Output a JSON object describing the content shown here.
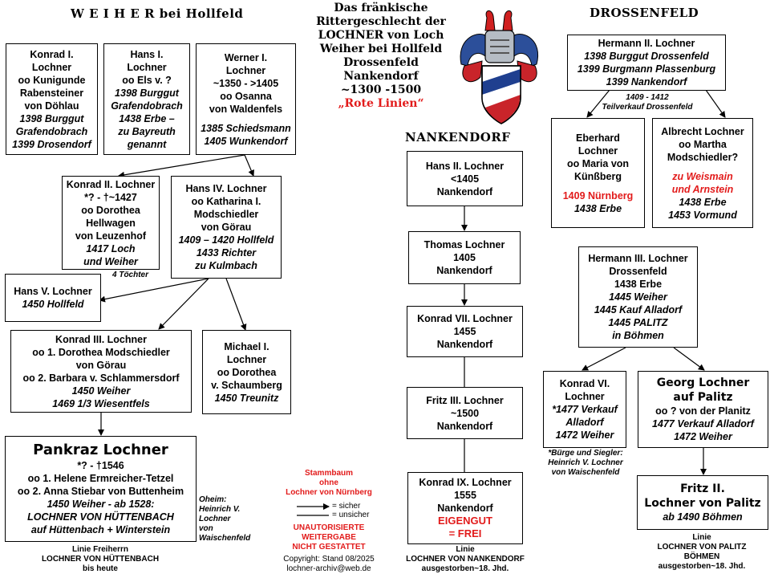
{
  "header": {
    "weiher": "W E I H E R  bei Hollfeld",
    "drossenfeld": "DROSSENFELD",
    "nankendorf": "NANKENDORF",
    "title_lines": [
      "Das fränkische",
      "Rittergeschlecht der",
      "LOCHNER von Loch",
      "Weiher bei Hollfeld",
      "Drossenfeld",
      "Nankendorf",
      "~1300 -1500"
    ],
    "title_red": "„Rote Linien“"
  },
  "persons": {
    "konrad1": [
      "Konrad I.",
      "Lochner",
      "oo Kunigunde",
      "Rabensteiner",
      "von Döhlau",
      "1398 Burggut",
      "Grafendobrach",
      "1399 Drosendorf"
    ],
    "hans1": [
      "Hans I.",
      "Lochner",
      "oo Els v. ?",
      "1398 Burggut",
      "Grafendobrach",
      "1438 Erbe –",
      "zu Bayreuth",
      "genannt"
    ],
    "werner1": [
      "Werner I.",
      "Lochner",
      "~1350 - >1405",
      "oo Osanna",
      "von Waldenfels",
      "1385 Schiedsmann",
      "1405 Wunkendorf"
    ],
    "konrad2": [
      "Konrad II. Lochner",
      "*? -  †~1427",
      "oo Dorothea",
      "Hellwagen",
      "von Leuzenhof",
      "1417 Loch",
      "und Weiher"
    ],
    "hans4": [
      "Hans IV. Lochner",
      "oo Katharina I.",
      "Modschiedler",
      "von Görau",
      "1409 – 1420 Hollfeld",
      "1433 Richter",
      "zu Kulmbach"
    ],
    "hans5": [
      "Hans V. Lochner",
      "1450 Hollfeld"
    ],
    "konrad3": [
      "Konrad III. Lochner",
      "oo 1. Dorothea Modschiedler",
      "von Görau",
      "oo 2. Barbara v. Schlammersdorf",
      "1450 Weiher",
      "1469  1/3 Wiesentfels"
    ],
    "michael1": [
      "Michael I.",
      "Lochner",
      "oo Dorothea",
      "v. Schaumberg",
      "1450 Treunitz"
    ],
    "pankraz": [
      "Pankraz Lochner",
      "*? - †1546",
      "oo 1. Helene Ermreicher-Tetzel",
      "oo 2. Anna Stiebar von Buttenheim",
      "1450 Weiher - ab 1528:",
      "LOCHNER VON HÜTTENBACH",
      "auf Hüttenbach + Winterstein"
    ],
    "hans2": [
      "Hans II. Lochner",
      "<1405",
      "Nankendorf"
    ],
    "thomas": [
      "Thomas Lochner",
      "1405",
      "Nankendorf"
    ],
    "konrad7": [
      "Konrad VII. Lochner",
      "1455",
      "Nankendorf"
    ],
    "fritz3": [
      "Fritz III. Lochner",
      "~1500",
      "Nankendorf"
    ],
    "konrad9": [
      "Konrad IX. Lochner",
      "1555",
      "Nankendorf",
      "EIGENGUT",
      "= FREI"
    ],
    "hermann2": [
      "Hermann II. Lochner",
      "1398 Burggut Drossenfeld",
      "1399 Burgmann Plassenburg",
      "1399 Nankendorf"
    ],
    "eberhard": [
      "Eberhard",
      "Lochner",
      "oo Maria von",
      "Künßberg",
      "1409 Nürnberg",
      "1438 Erbe"
    ],
    "albrecht": [
      "Albrecht Lochner",
      "oo Martha",
      "Modschiedler?",
      "zu Weismain",
      "und Arnstein",
      "1438 Erbe",
      "1453 Vormund"
    ],
    "hermann3": [
      "Hermann III. Lochner",
      "Drossenfeld",
      "1438 Erbe",
      "1445 Weiher",
      "1445 Kauf Alladorf",
      "1445 PALITZ",
      "in Böhmen"
    ],
    "konrad6": [
      "Konrad VI.",
      "Lochner",
      "*1477 Verkauf",
      "Alladorf",
      "1472 Weiher"
    ],
    "georg": [
      "Georg Lochner",
      "auf Palitz",
      "oo ? von der Planitz",
      "1477 Verkauf Alladorf",
      "1472 Weiher"
    ],
    "fritz2": [
      "Fritz II.",
      "Lochner von Palitz",
      "ab 1490 Böhmen"
    ]
  },
  "notes": {
    "toechter": "4 Töchter",
    "teilverkauf": [
      "1409 - 1412",
      "Teilverkauf Drossenfeld"
    ],
    "oheim": [
      "Oheim:",
      "Heinrich V.",
      "Lochner",
      "von",
      "Waischenfeld"
    ],
    "buerge": [
      "*Bürge und Siegler:",
      "Heinrich V. Lochner",
      "von Waischenfeld"
    ],
    "legend_red": [
      "Stammbaum",
      "ohne",
      "Lochner von Nürnberg"
    ],
    "legend_sicher": "= sicher",
    "legend_unsicher": "= unsicher",
    "warning": [
      "UNAUTORISIERTE",
      "WEITERGABE",
      "NICHT GESTATTET"
    ],
    "copyright": [
      "Copyright: Stand 08/2025",
      "lochner-archiv@web.de"
    ],
    "linie_huettenbach": [
      "Linie Freiherrn",
      "LOCHNER  VON  HÜTTENBACH",
      "bis heute"
    ],
    "linie_nankendorf": [
      "Linie",
      "LOCHNER  VON  NANKENDORF",
      "ausgestorben~18. Jhd."
    ],
    "linie_palitz": [
      "Linie",
      "LOCHNER  VON  PALITZ",
      "BÖHMEN",
      "ausgestorben~18. Jhd."
    ]
  },
  "colors": {
    "accent_red": "#e21b1b",
    "line": "#000000"
  }
}
